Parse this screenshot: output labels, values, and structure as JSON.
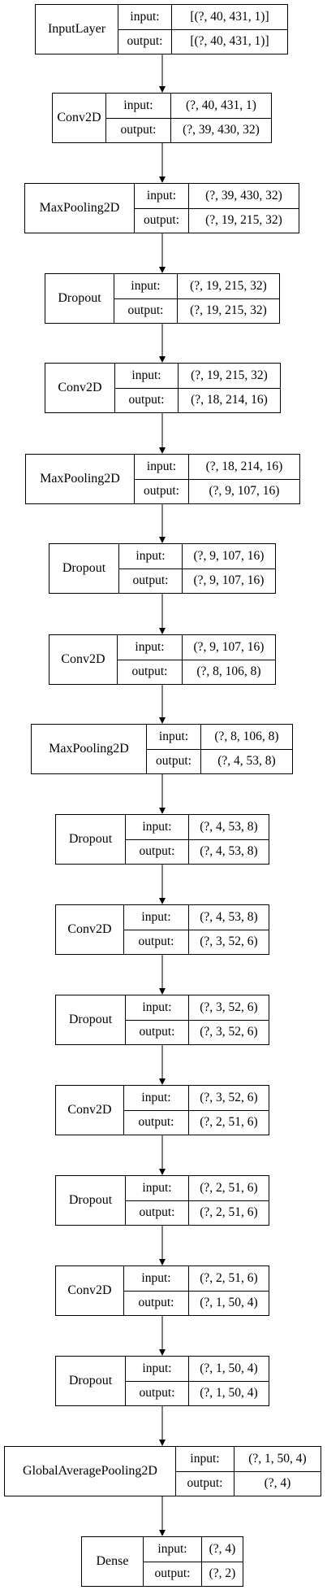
{
  "labels": {
    "input": "input:",
    "output": "output:"
  },
  "layers": [
    {
      "name": "InputLayer",
      "input": "[(?, 40, 431, 1)]",
      "output": "[(?, 40, 431, 1)]"
    },
    {
      "name": "Conv2D",
      "input": "(?, 40, 431, 1)",
      "output": "(?, 39, 430, 32)"
    },
    {
      "name": "MaxPooling2D",
      "input": "(?, 39, 430, 32)",
      "output": "(?, 19, 215, 32)"
    },
    {
      "name": "Dropout",
      "input": "(?, 19, 215, 32)",
      "output": "(?, 19, 215, 32)"
    },
    {
      "name": "Conv2D",
      "input": "(?, 19, 215, 32)",
      "output": "(?, 18, 214, 16)"
    },
    {
      "name": "MaxPooling2D",
      "input": "(?, 18, 214, 16)",
      "output": "(?, 9, 107, 16)"
    },
    {
      "name": "Dropout",
      "input": "(?, 9, 107, 16)",
      "output": "(?, 9, 107, 16)"
    },
    {
      "name": "Conv2D",
      "input": "(?, 9, 107, 16)",
      "output": "(?, 8, 106, 8)"
    },
    {
      "name": "MaxPooling2D",
      "input": "(?, 8, 106, 8)",
      "output": "(?, 4, 53, 8)"
    },
    {
      "name": "Dropout",
      "input": "(?, 4, 53, 8)",
      "output": "(?, 4, 53, 8)"
    },
    {
      "name": "Conv2D",
      "input": "(?, 4, 53, 8)",
      "output": "(?, 3, 52, 6)"
    },
    {
      "name": "Dropout",
      "input": "(?, 3, 52, 6)",
      "output": "(?, 3, 52, 6)"
    },
    {
      "name": "Conv2D",
      "input": "(?, 3, 52, 6)",
      "output": "(?, 2, 51, 6)"
    },
    {
      "name": "Dropout",
      "input": "(?, 2, 51, 6)",
      "output": "(?, 2, 51, 6)"
    },
    {
      "name": "Conv2D",
      "input": "(?, 2, 51, 6)",
      "output": "(?, 1, 50, 4)"
    },
    {
      "name": "Dropout",
      "input": "(?, 1, 50, 4)",
      "output": "(?, 1, 50, 4)"
    },
    {
      "name": "GlobalAveragePooling2D",
      "input": "(?, 1, 50, 4)",
      "output": "(?, 4)"
    },
    {
      "name": "Dense",
      "input": "(?, 4)",
      "output": "(?, 2)"
    }
  ]
}
